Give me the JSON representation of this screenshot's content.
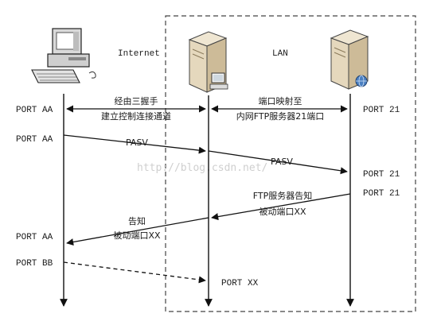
{
  "zones": {
    "internet_label": "Internet",
    "lan_label": "LAN"
  },
  "devices": {
    "client": "computer-icon",
    "gateway": "server-with-terminal-icon",
    "ftp_server": "server-globe-icon"
  },
  "client_ports": {
    "aa_1": "PORT AA",
    "aa_2": "PORT AA",
    "aa_3": "PORT AA",
    "bb": "PORT BB"
  },
  "server_ports": {
    "p21_1": "PORT 21",
    "p21_2": "PORT 21",
    "p21_3": "PORT 21"
  },
  "messages": {
    "handshake_line1": "经由三握手",
    "handshake_line2": "建立控制连接通道",
    "mapping_line1": "端口映射至",
    "mapping_line2": "内网FTP服务器21端口",
    "pasv_1": "PASV",
    "pasv_2": "PASV",
    "ftp_notify_line1": "FTP服务器告知",
    "ftp_notify_line2": "被动端口XX",
    "notify_line1": "告知",
    "notify_line2": "被动端口XX",
    "port_xx": "PORT XX"
  },
  "watermark": "http://blog.csdn.net/",
  "colors": {
    "line": "#111111",
    "dashed_box": "#444444",
    "watermark": "#cfcfcf"
  }
}
